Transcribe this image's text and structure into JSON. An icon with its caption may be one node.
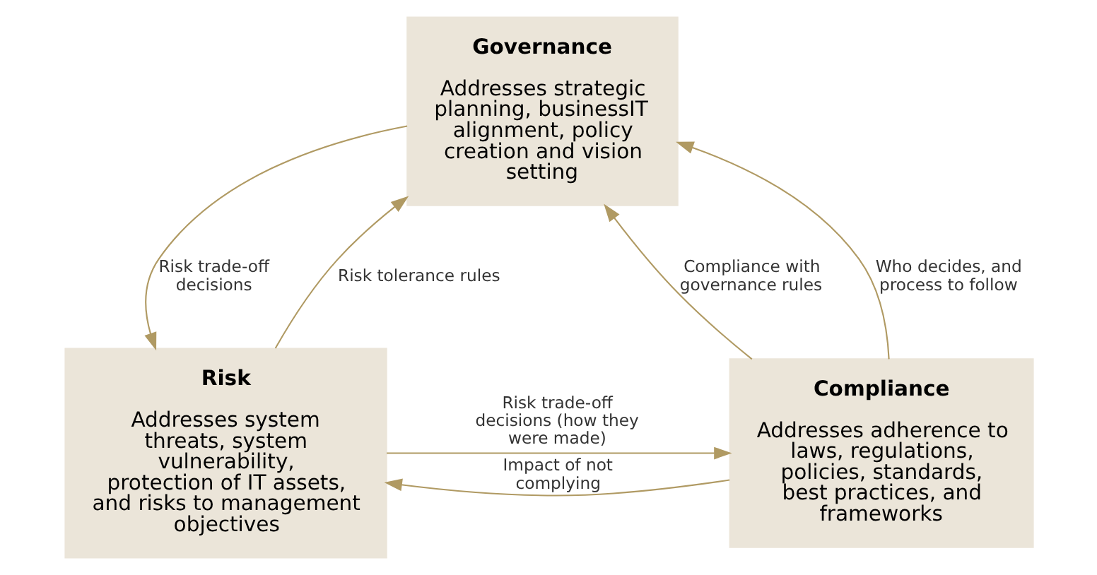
{
  "diagram": {
    "nodes": [
      {
        "text": [
          "Governance",
          "Addresses strategic planning, businessIT alignment, policy creation and vision setting"
        ]
      },
      {
        "text": [
          "Risk",
          "Addresses system threats, system vulnerability, protection of IT assets, and risks to management objectives"
        ]
      },
      {
        "text": [
          "Compliance",
          "Addresses adherence to laws, regulations, policies, standards, best practices, and frameworks"
        ]
      }
    ],
    "edges": [
      {
        "from": 1,
        "to": 0,
        "arrow": "to",
        "label": "Risk tolerance rules"
      },
      {
        "from": 0,
        "to": 1,
        "arrow": "to",
        "label": "Risk trade-off decisions"
      },
      {
        "from": 2,
        "to": 0,
        "arrow": "to",
        "label": "Compliance with governance rules"
      },
      {
        "from": 2,
        "to": 0,
        "arrow": "to",
        "label": "Who decides, and process to follow"
      },
      {
        "from": 1,
        "to": 2,
        "arrow": "to",
        "label": "Risk trade-off decisions (how they were made)"
      },
      {
        "from": 2,
        "to": 1,
        "arrow": "to",
        "label": "Impact of not complying"
      }
    ]
  }
}
